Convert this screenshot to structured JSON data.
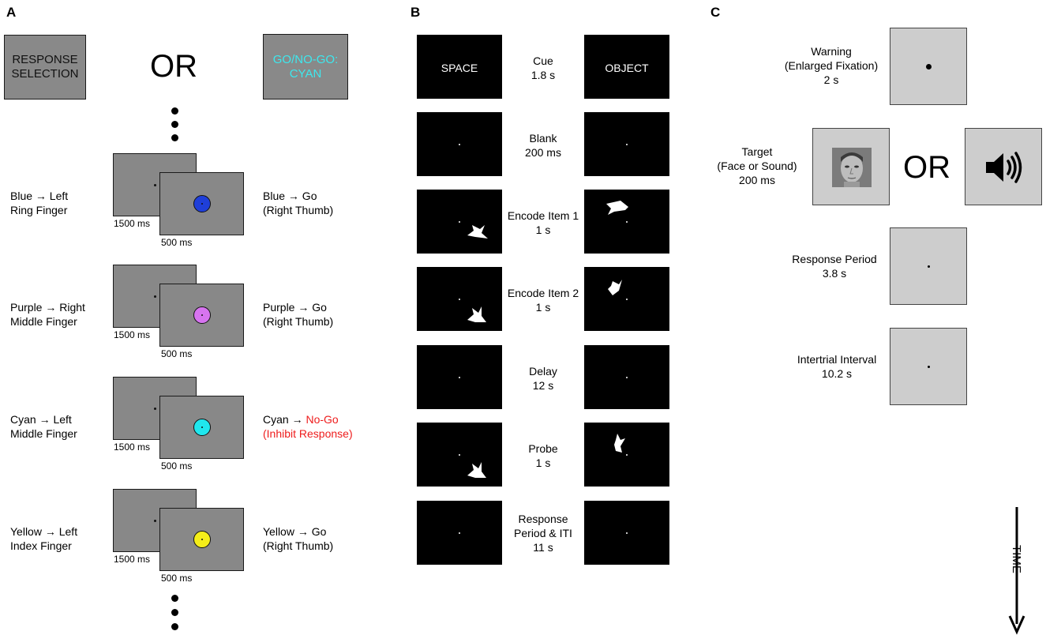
{
  "panels": {
    "a": "A",
    "b": "B",
    "c": "C"
  },
  "colors": {
    "blue": "#1f3fd9",
    "purple": "#d774f0",
    "cyan": "#20e7ee",
    "yellow": "#f5ee1a",
    "nogo_red": "#ee1c1c"
  },
  "panel_a": {
    "response_selection": "RESPONSE SELECTION",
    "or": "OR",
    "go_nogo": "GO/NO-GO: CYAN",
    "ms_long": "1500 ms",
    "ms_short": "500 ms",
    "trials": [
      {
        "left": [
          "Blue → Left",
          "Ring Finger"
        ],
        "right_a": "Blue → Go",
        "right_b": "(Right Thumb)",
        "color": "blue"
      },
      {
        "left": [
          "Purple → Right",
          "Middle Finger"
        ],
        "right_a": "Purple → Go",
        "right_b": "(Right Thumb)",
        "color": "purple"
      },
      {
        "left": [
          "Cyan → Left",
          "Middle Finger"
        ],
        "right_a": "Cyan → ",
        "right_red": "No-Go",
        "right_b": "(Inhibit Response)",
        "color": "cyan"
      },
      {
        "left": [
          "Yellow → Left",
          "Index Finger"
        ],
        "right_a": "Yellow → Go",
        "right_b": "(Right Thumb)",
        "color": "yellow"
      }
    ]
  },
  "panel_b": {
    "space": "SPACE",
    "object": "OBJECT",
    "rows": [
      {
        "line1": "Cue",
        "line2": "1.8 s"
      },
      {
        "line1": "Blank",
        "line2": "200 ms"
      },
      {
        "line1": "Encode Item 1",
        "line2": "1 s"
      },
      {
        "line1": "Encode Item 2",
        "line2": "1 s"
      },
      {
        "line1": "Delay",
        "line2": "12 s"
      },
      {
        "line1": "Probe",
        "line2": "1 s"
      },
      {
        "line1": "Response",
        "line2": "Period & ITI",
        "line3": "11 s"
      }
    ]
  },
  "panel_c": {
    "warning": [
      "Warning",
      "(Enlarged Fixation)",
      "2 s"
    ],
    "target": [
      "Target",
      "(Face or Sound)",
      "200 ms"
    ],
    "or": "OR",
    "response": [
      "Response Period",
      "3.8 s"
    ],
    "iti": [
      "Intertrial Interval",
      "10.2 s"
    ],
    "time": "TIME",
    "face_icon": "face-photo",
    "sound_icon": "speaker-icon"
  }
}
